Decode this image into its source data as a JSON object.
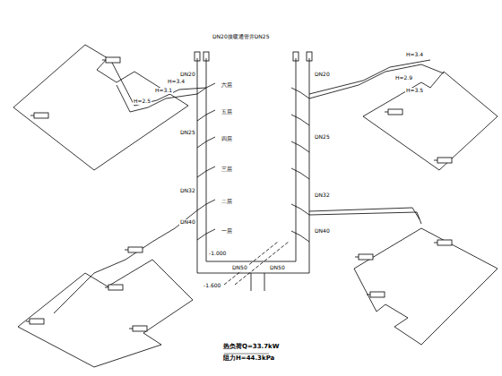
{
  "diagram": {
    "labels": [
      "DN20接暖通管井DN25",
      "H=3.4",
      "H=3.1",
      "H=2.5",
      "H=3.4",
      "H=2.9",
      "H=3.5",
      "六层",
      "五层",
      "四层",
      "三层",
      "二层",
      "一层",
      "DN20",
      "DN25",
      "DN32",
      "DN40",
      "DN20",
      "DN25",
      "DN32",
      "DN40",
      "-1.000",
      "-1.600",
      "DN50",
      "DN50",
      "热负荷Q=33.7kW",
      "阻力H=44.3kPa"
    ]
  }
}
